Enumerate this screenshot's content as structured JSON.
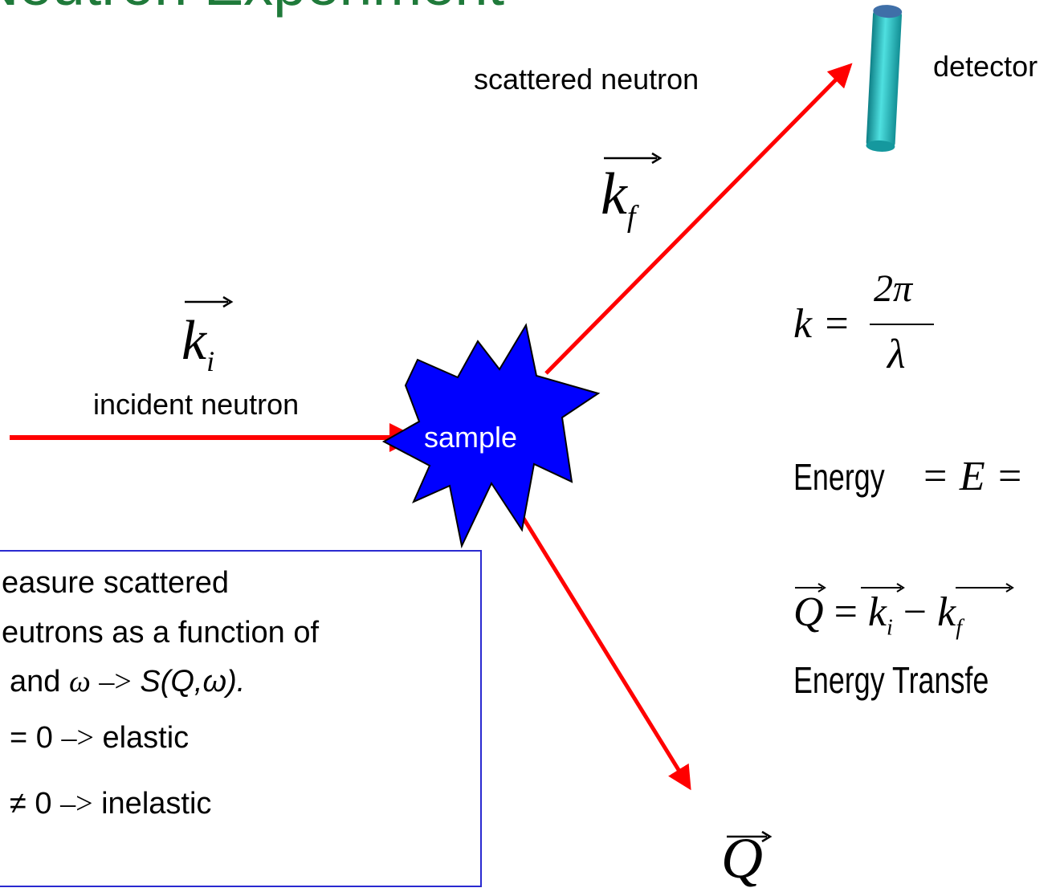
{
  "title": "Neutron Experiment",
  "labels": {
    "scattered_neutron": "scattered neutron",
    "detector": "detector",
    "incident_neutron": "incident neutron",
    "sample": "sample"
  },
  "vectors": {
    "k_f": {
      "letter": "k",
      "subscript": "f"
    },
    "k_i": {
      "letter": "k",
      "subscript": "i"
    },
    "Q": {
      "letter": "Q"
    }
  },
  "equations": {
    "k_lhs": "k =",
    "k_num": "2π",
    "k_den": "λ",
    "energy_prefix": "Energy",
    "energy_rest": " = E =",
    "q_eq": "= ",
    "q_minus": "−",
    "energy_transfer": "Energy Transfe"
  },
  "box": {
    "line1": "easure scattered",
    "line2": "eutrons as a function of",
    "line3_a": "and",
    "line3_omega": "ω",
    "line3_arrow": "–>",
    "line3_s": "S(Q,ω).",
    "line4_eq": "= 0",
    "line4_arrow": "–>",
    "line4_word": "elastic",
    "line5_eq": "≠ 0",
    "line5_arrow": "–>",
    "line5_word": "inelastic"
  },
  "colors": {
    "title": "#1f7a3a",
    "arrow": "#ff0000",
    "sample_fill": "#0000ff",
    "detector": "#1fb5b5",
    "box_border": "#2a2ad0"
  }
}
